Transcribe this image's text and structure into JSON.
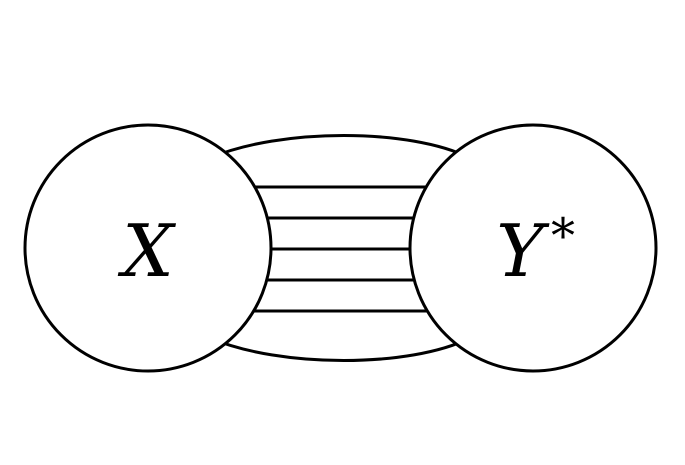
{
  "diagram": {
    "left_node": {
      "label": "X"
    },
    "right_node": {
      "label": "Y",
      "superscript": "*"
    },
    "connecting_lines": 5,
    "stroke_color": "#000000",
    "fill_color": "#ffffff"
  }
}
